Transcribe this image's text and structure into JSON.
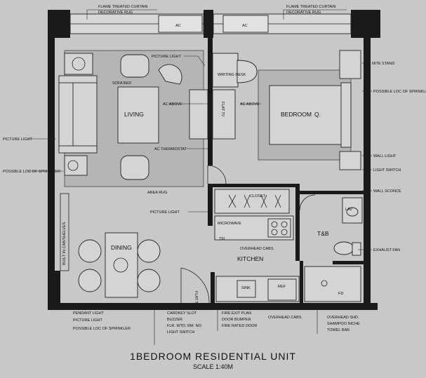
{
  "title": "1BEDROOM RESIDENTIAL UNIT",
  "scale": "SCALE 1:40M",
  "rooms": {
    "living": "LIVING",
    "bedroom": "BEDROOM",
    "bed_size": "Q.",
    "dining": "DINING",
    "kitchen": "KITCHEN",
    "bath": "T&B"
  },
  "labels": {
    "flame_curtain": "FLAME TREATED CURTAIN",
    "decorative_rug": "DECORATIVE RUG",
    "ac": "AC",
    "picture_light": "PICTURE LIGHT",
    "sofa_bed": "SOFA BED",
    "ac_above": "AC ABOVE",
    "ac_thermostat": "AC THERMOSTAT",
    "writing_desk": "WRITING DESK",
    "nite_stand": "NITE STAND",
    "possible_sprinkler": "POSSIBLE LOC OF SPRINKLER",
    "wall_light": "WALL LIGHT",
    "light_switch": "LIGHT SWITCH",
    "wall_sconce": "WALL SCONCE",
    "area_rug": "AREA RUG",
    "closet": "CLOSET",
    "lav": "LAV",
    "exhaust_fan": "EXHAUST FAN",
    "microwave": "MICROWAVE",
    "tel": "TEL",
    "overhead_cabs": "OVERHEAD CABS.",
    "built_in_cab": "BUILT IN CAB/SHELVES",
    "sink": "SINK",
    "ref": "REF",
    "fd": "FD",
    "tv": "FLAT TV",
    "pendant_light": "PENDANT LIGHT",
    "cardkey_slot": "CARDKEY SLOT",
    "buzzer": "BUZZER",
    "flr_rm_no": "FLR. WTD. RM. NO.",
    "fire_exit_plan": "FIRE EXIT PLAN",
    "door_bumper": "DOOR BUMPER",
    "fire_rated_door": "FIRE RATED DOOR",
    "overhead_shd": "OVERHEAD SHD.",
    "shampoo_niche": "SHAMPOO NICHE",
    "towel_bar": "TOWEL BAR"
  }
}
